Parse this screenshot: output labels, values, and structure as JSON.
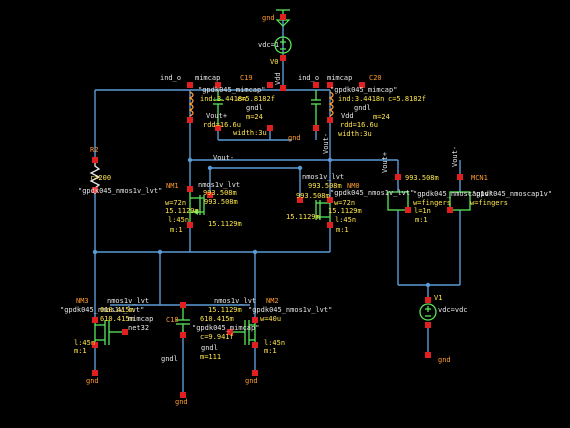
{
  "colors": {
    "background": "#000000",
    "wire": "#5b9bd5",
    "device": "#59e659",
    "label": "#ff9a2e",
    "value": "#ffe64a",
    "pin": "#e02020"
  },
  "labels": {
    "gnd": "gnd",
    "vdc_eq_1": "vdc=1",
    "v0": "V0",
    "vdd": "Vdd",
    "vout_minus": "Vout-",
    "ind_o_l": "ind_o",
    "mimcap_l": "mimcap",
    "c19": "C19",
    "c19_model": "\"gpdk045_mimcap\"",
    "ind_l_vals": "ind:3.4418n",
    "c19_val": "c=5.8182f",
    "gndl": "gndl",
    "vout_l": "Vout+",
    "vdd_short": "Vdd",
    "m24": "m=24",
    "rdd": "rdd=16.6u",
    "width3u": "width:3u",
    "ind_o_r": "ind_o",
    "mimcap_r": "mimcap",
    "c20": "C20",
    "c20_model": "\"gpdk045_mimcap\"",
    "ind_r_vals": "ind:3.4418n",
    "c20_val": "c=5.8182f",
    "r2": "R2",
    "r2_val": "r=200",
    "r2_model": "\"gpdk045_nmos1v_lvt\"",
    "nm1": "NM1",
    "nmos1v_lvt": "nmos1v_lvt",
    "v993": "993.508m",
    "w72": "w=72n",
    "v15": "15.1129m",
    "l45": "l:45n",
    "m1": "m:1",
    "nm0": "NM0",
    "nm0_model": "\"gpdk045_nmos1v_lvt\"",
    "mcn1": "MCN1",
    "vm_l": "Vout+",
    "vm_r": "Vout-",
    "nmoscap": "\"gpdk045_nmoscap1v\"",
    "wfingers": "w=fingers",
    "l1n": "l=1n",
    "nm3": "NM3",
    "nm2": "NM2",
    "v610": "610.415m",
    "v610b": "610.415m",
    "w40u": "w=40u",
    "mimcap_b": "mimcap",
    "c18": "C18",
    "c18_val": "c=9.941f",
    "net32": "net32",
    "m111": "m=111",
    "v1": "V1",
    "vdc_eq_vdc": "vdc=vdc"
  }
}
